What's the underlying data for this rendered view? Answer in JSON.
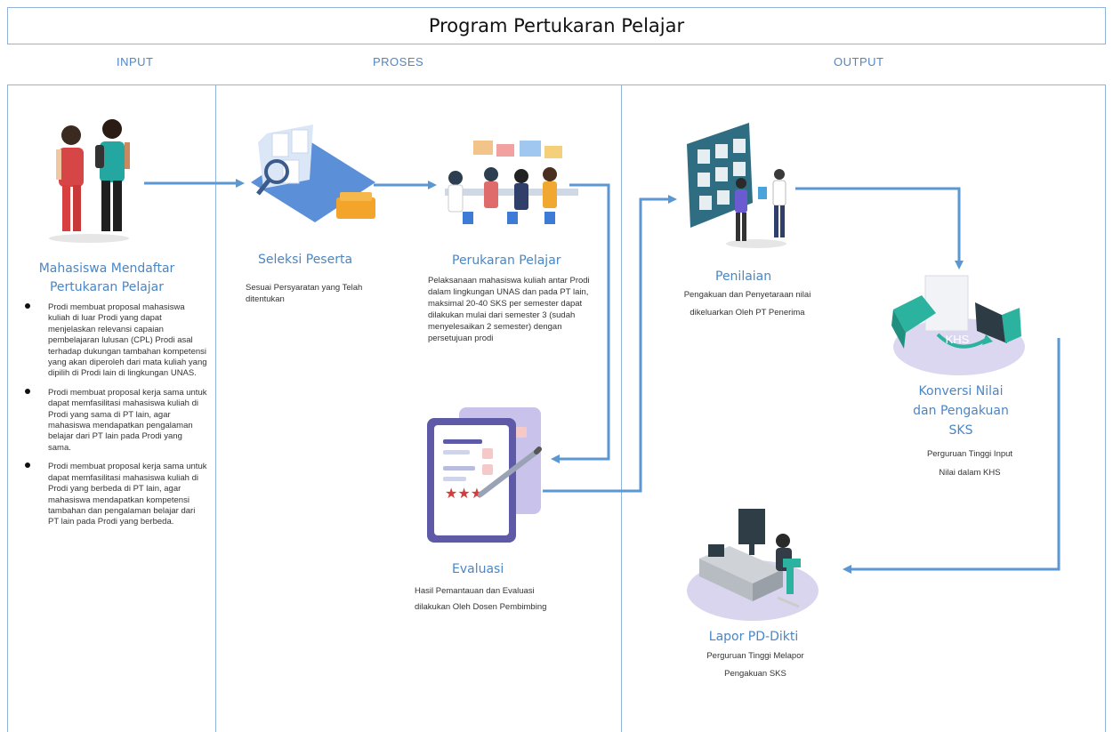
{
  "title": "Program Pertukaran Pelajar",
  "columns": {
    "input": "INPUT",
    "process": "PROSES",
    "output": "OUTPUT"
  },
  "input": {
    "heading_line1": "Mahasiswa Mendaftar",
    "heading_line2": "Pertukaran Pelajar",
    "bullets": [
      "Prodi membuat proposal mahasiswa kuliah di luar Prodi yang dapat menjelaskan relevansi capaian pembelajaran lulusan (CPL) Prodi asal terhadap dukungan tambahan kompetensi yang akan diperoleh dari mata kuliah yang dipilih di Prodi lain di lingkungan UNAS.",
      "Prodi membuat proposal kerja sama untuk dapat memfasilitasi mahasiswa kuliah di Prodi yang sama di PT lain, agar mahasiswa mendapatkan pengalaman belajar dari PT lain pada Prodi yang sama.",
      "Prodi membuat proposal kerja sama untuk dapat memfasilitasi mahasiswa kuliah di Prodi yang berbeda di PT lain, agar mahasiswa mendapatkan kompetensi tambahan dan pengalaman belajar dari PT lain pada Prodi yang berbeda."
    ]
  },
  "process": {
    "seleksi": {
      "heading": "Seleksi Peserta",
      "text": "Sesuai Persyaratan yang Telah ditentukan"
    },
    "pertukaran": {
      "heading": "Perukaran Pelajar",
      "text": "Pelaksanaan mahasiswa kuliah antar Prodi dalam lingkungan UNAS dan pada PT lain, maksimal 20-40 SKS per semester dapat dilakukan mulai dari semester 3 (sudah menyelesaikan 2 semester) dengan persetujuan prodi"
    },
    "evaluasi": {
      "heading": "Evaluasi",
      "text_line1": "Hasil Pemantauan dan Evaluasi",
      "text_line2": "dilakukan Oleh Dosen Pembimbing"
    }
  },
  "output": {
    "penilaian": {
      "heading": "Penilaian",
      "text_line1": "Pengakuan dan Penyetaraan nilai",
      "text_line2": "dikeluarkan Oleh PT Penerima"
    },
    "konversi": {
      "heading_line1": "Konversi Nilai",
      "heading_line2": "dan Pengakuan",
      "heading_line3": "SKS",
      "text_line1": "Perguruan Tinggi Input",
      "text_line2": "Nilai dalam KHS",
      "badge": "KHS"
    },
    "lapor": {
      "heading": "Lapor PD-Dikti",
      "text_line1": "Perguruan Tinggi Melapor",
      "text_line2": "Pengakuan SKS"
    }
  },
  "colors": {
    "accent": "#4a86c5",
    "arrow": "#5b97d1",
    "border": "#8fb3d9",
    "teal": "#2bb3a0",
    "lavender": "#d9d5ee"
  },
  "icons": [
    "students-illustration",
    "selection-laptop-illustration",
    "classroom-illustration",
    "evaluation-clipboard-illustration",
    "assessment-board-illustration",
    "khs-conversion-illustration",
    "reporting-desk-illustration"
  ]
}
